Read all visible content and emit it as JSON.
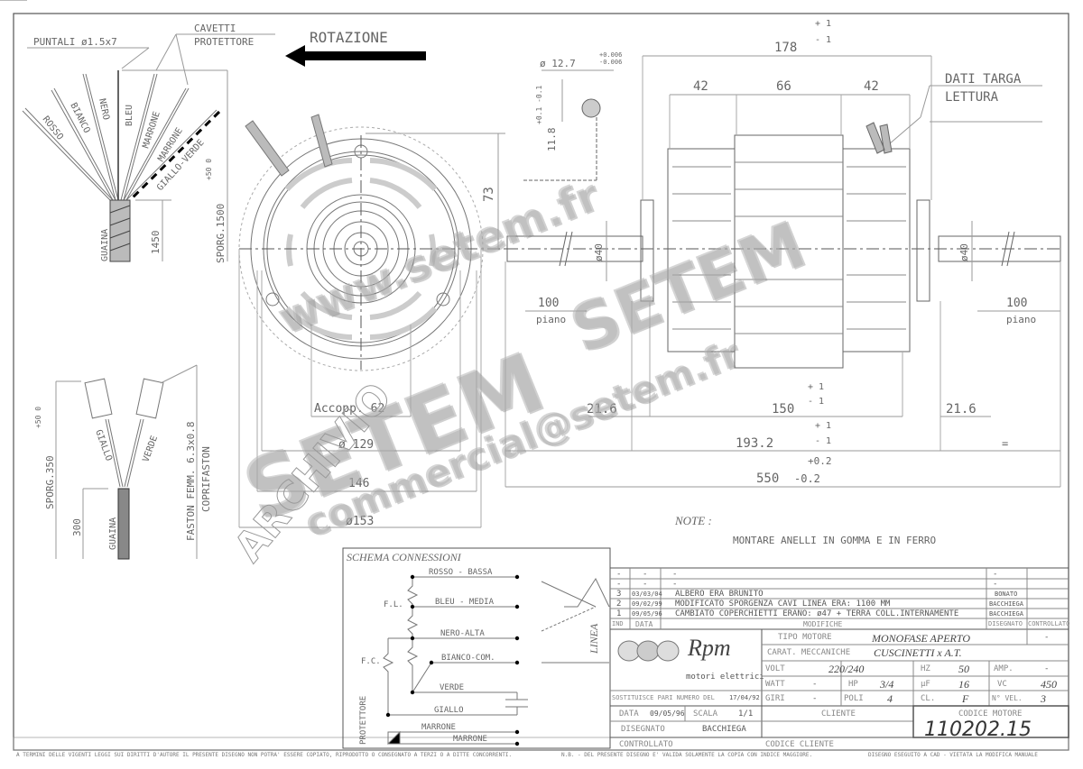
{
  "header": {
    "rotation_label": "ROTAZIONE",
    "tips_label": "PUNTALI ø1.5x7",
    "protector_cables_label_1": "CAVETTI",
    "protector_cables_label_2": "PROTETTORE",
    "nameplate_label_1": "DATI TARGA",
    "nameplate_label_2": "LETTURA"
  },
  "wires_main": {
    "labels": [
      "ROSSO",
      "BIANCO",
      "NERO",
      "BLEU",
      "MARRONE",
      "MARRONE",
      "GIALLO-VERDE"
    ],
    "sheath": "GUAINA",
    "dim_1450": "1450",
    "sporg": "SPORG.1500",
    "sporg_tol": "+50 0"
  },
  "wires_cap": {
    "labels": [
      "GIALLO",
      "VERDE"
    ],
    "sheath": "GUAINA",
    "dim_300": "300",
    "sporg": "SPORG.350",
    "sporg_tol": "+50 0",
    "faston_1": "FASTON FEMM. 6.3x0.8",
    "faston_2": "COPRIFASTON"
  },
  "dimensions": {
    "shaft_dia": "ø 12.7",
    "shaft_tol_plus": "+0.006",
    "shaft_tol_minus": "-0.006",
    "flat": "11.8",
    "flat_tol": "+0.1 -0.1",
    "overall_178": "178",
    "tol_pm1_plus": "+ 1",
    "tol_pm1_minus": "- 1",
    "seg_42_left": "42",
    "seg_66": "66",
    "seg_42_right": "42",
    "height_73": "73",
    "bearing_dia_left": "ø40",
    "bearing_dia_right": "ø40",
    "flat_100_left": "100",
    "flat_100_right": "100",
    "piano": "piano",
    "accopp": "Accopp. 62",
    "dia_129": "ø 129",
    "dim_146": "146",
    "dia_153": "ø153",
    "end_21_6_left": "21.6",
    "end_21_6_right": "21.6",
    "dim_150": "150",
    "dim_193_2": "193.2",
    "dim_550": "550",
    "tol_02_plus": "+0.2",
    "tol_02_minus": "-0.2",
    "equal_sign": "="
  },
  "notes": {
    "title": "NOTE  :",
    "text": "MONTARE ANELLI IN GOMMA E IN FERRO"
  },
  "schematic": {
    "title": "SCHEMA CONNESSIONI",
    "lines": [
      "ROSSO - BASSA",
      "BLEU - MEDIA",
      "NERO-ALTA",
      "BIANCO-COM.",
      "VERDE",
      "GIALLO",
      "MARRONE",
      "MARRONE"
    ],
    "fl": "F.L.",
    "fc": "F.C.",
    "protector": "PROTETTORE",
    "line": "LINEA"
  },
  "revisions": {
    "rows": [
      {
        "ind": "-",
        "date": "-",
        "desc": "-",
        "drawn": "-",
        "checked": ""
      },
      {
        "ind": "-",
        "date": "-",
        "desc": "-",
        "drawn": "-",
        "checked": ""
      },
      {
        "ind": "3",
        "date": "03/03/04",
        "desc": "ALBERO ERA BRUNITO",
        "drawn": "BONATO",
        "checked": ""
      },
      {
        "ind": "2",
        "date": "09/02/99",
        "desc": "MODIFICATO SPORGENZA CAVI LINEA ERA: 1100 MM",
        "drawn": "BACCHIEGA",
        "checked": ""
      },
      {
        "ind": "1",
        "date": "09/05/96",
        "desc": "CAMBIATO COPERCHIETTI ERANO: ø47 + TERRA COLL.INTERNAMENTE",
        "drawn": "BACCHIEGA",
        "checked": ""
      }
    ],
    "headers": {
      "ind": "IND",
      "date": "DATA",
      "desc": "MODIFICHE",
      "drawn": "DISEGNATO",
      "checked": "CONTROLLATO"
    }
  },
  "title_block": {
    "logo_text": "Rpm",
    "logo_sub": "motori elettrici",
    "motor_type_label": "TIPO MOTORE",
    "motor_type_value": "MONOFASE APERTO",
    "motor_type_extra": "-",
    "mech_label": "CARAT. MECCANICHE",
    "mech_value": "CUSCINETTI x A.T.",
    "volt_label": "VOLT",
    "volt_value": "220/240",
    "hz_label": "HZ",
    "hz_value": "50",
    "amp_label": "AMP.",
    "amp_value": "-",
    "watt_label": "WATT",
    "watt_value": "-",
    "hp_label": "HP",
    "hp_value": "3/4",
    "uf_label": "µF",
    "uf_value": "16",
    "vc_label": "VC",
    "vc_value": "450",
    "giri_label": "GIRI",
    "giri_value": "-",
    "poli_label": "POLI",
    "poli_value": "4",
    "cl_label": "CL.",
    "cl_value": "F",
    "vel_label": "N° VEL.",
    "vel_value": "3",
    "replaces_label": "SOSTITUISCE PARI NUMERO DEL",
    "replaces_date": "17/04/92",
    "date_label": "DATA",
    "date_value": "09/05/96",
    "scale_label": "SCALA",
    "scale_value": "1/1",
    "drawn_label": "DISEGNATO",
    "drawn_value": "BACCHIEGA",
    "checked_label": "CONTROLLATO",
    "client_label": "CLIENTE",
    "client_code_label": "CODICE CLIENTE",
    "motor_code_label": "CODICE MOTORE",
    "motor_code_value": "110202.15"
  },
  "footer": {
    "left": "A TERMINI DELLE VIGENTI LEGGI SUI DIRITTI D'AUTORE IL PRESENTE DISEGNO NON POTRA' ESSERE COPIATO, RIPRODOTTO O CONSEGNATO A TERZI O A DITTE CONCORRENTI.",
    "middle": "N.B. - DEL PRESENTE DISEGNO E' VALIDA SOLAMENTE LA COPIA CON INDICE MAGGIORE.",
    "right": "DISEGNO ESEGUITO A CAD - VIETATA LA MODIFICA MANUALE"
  },
  "watermarks": {
    "w1": "www.setem.fr",
    "w2": "SETEM",
    "w3": "SETEM",
    "w4": "commercial@setem.fr",
    "w5": "ARCHIVIO"
  }
}
